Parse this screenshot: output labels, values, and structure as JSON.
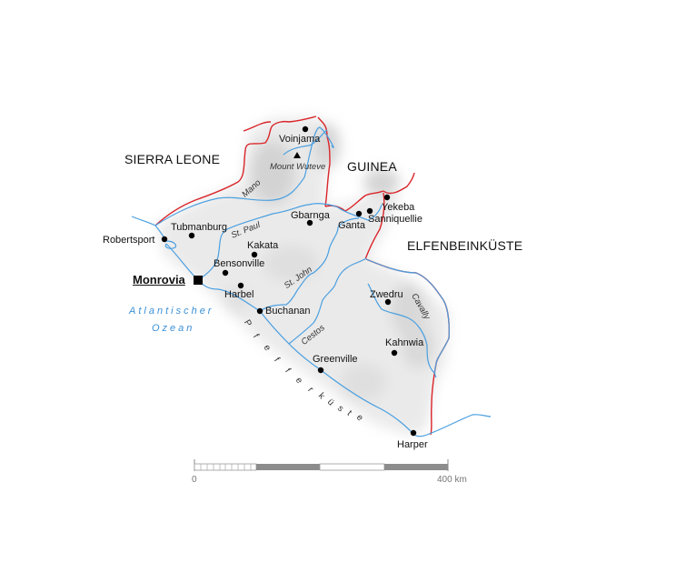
{
  "map": {
    "countries": {
      "sierra_leone": "SIERRA LEONE",
      "guinea": "GUINEA",
      "ivory_coast": "ELFENBEINKÜSTE"
    },
    "capital": {
      "name": "Monrovia",
      "symbol": "square"
    },
    "cities": [
      {
        "name": "Voinjama"
      },
      {
        "name": "Gbarnga"
      },
      {
        "name": "Ganta"
      },
      {
        "name": "Sanniquellie"
      },
      {
        "name": "Yekeba"
      },
      {
        "name": "Tubmanburg"
      },
      {
        "name": "Robertsport"
      },
      {
        "name": "Kakata"
      },
      {
        "name": "Bensonville"
      },
      {
        "name": "Harbel"
      },
      {
        "name": "Buchanan"
      },
      {
        "name": "Zwedru"
      },
      {
        "name": "Kahnwia"
      },
      {
        "name": "Greenville"
      },
      {
        "name": "Harper"
      }
    ],
    "mountain": {
      "name": "Mount Wuteve",
      "symbol": "triangle"
    },
    "rivers": [
      "Mano",
      "St. Paul",
      "St. John",
      "Cestos",
      "Cavally"
    ],
    "ocean": {
      "line1": "Atlantischer",
      "line2": "Ozean"
    },
    "coast_label": [
      "P",
      "f",
      "e",
      "f",
      "f",
      "e",
      "r",
      "k",
      "ü",
      "s",
      "t",
      "e"
    ],
    "colors": {
      "border": "#d9252a",
      "river": "#4a9fe0",
      "ocean_text": "#3a8fd6",
      "scale_dark": "#8c8c8c"
    },
    "scale": {
      "start": "0",
      "end": "400 km"
    }
  }
}
